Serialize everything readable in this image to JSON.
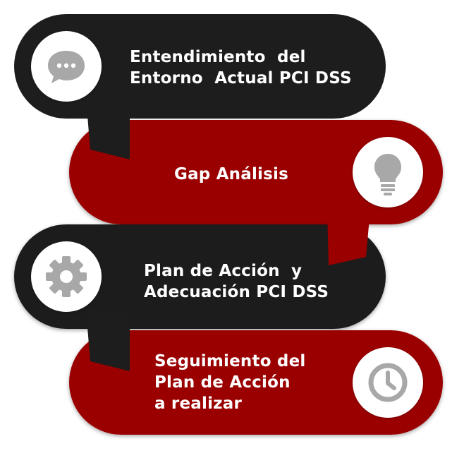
{
  "steps": [
    {
      "id": "entendimiento",
      "lines": [
        "Entendimiento  del",
        "Entorno  Actual PCI DSS"
      ],
      "color": "#1d1d1d",
      "icon": "chat-bubble-icon"
    },
    {
      "id": "gap",
      "lines": [
        "Gap Análisis"
      ],
      "color": "#9a0000",
      "icon": "lightbulb-icon"
    },
    {
      "id": "plan",
      "lines": [
        "Plan de Acción  y",
        "Adecuación PCI DSS"
      ],
      "color": "#1d1d1d",
      "icon": "gear-icon"
    },
    {
      "id": "seguimiento",
      "lines": [
        "Seguimiento del",
        "Plan de Acción",
        "a realizar"
      ],
      "color": "#9a0000",
      "icon": "clock-icon"
    }
  ],
  "icon_color": "#a8a8a8"
}
